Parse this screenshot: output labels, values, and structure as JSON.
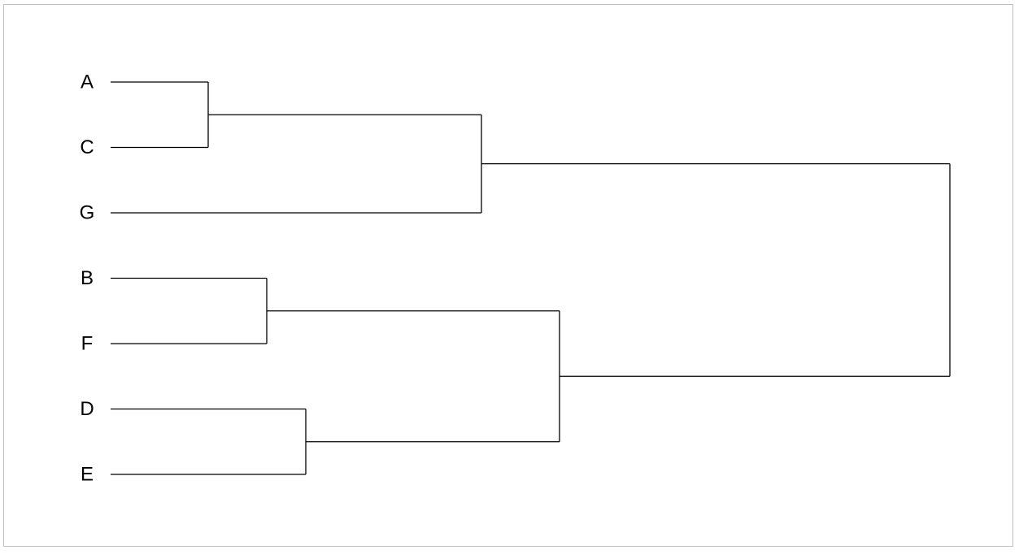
{
  "dendrogram": {
    "leaves": [
      "A",
      "C",
      "G",
      "B",
      "F",
      "D",
      "E"
    ],
    "merges": [
      {
        "id": "AC",
        "children": [
          "A",
          "C"
        ],
        "height": 1.0
      },
      {
        "id": "BF",
        "children": [
          "B",
          "F"
        ],
        "height": 1.6
      },
      {
        "id": "DE",
        "children": [
          "D",
          "E"
        ],
        "height": 2.0
      },
      {
        "id": "ACG",
        "children": [
          "AC",
          "G"
        ],
        "height": 3.8
      },
      {
        "id": "BFDE",
        "children": [
          "BF",
          "DE"
        ],
        "height": 4.6
      },
      {
        "id": "root",
        "children": [
          "ACG",
          "BFDE"
        ],
        "height": 8.6
      }
    ],
    "line_color": "#000000"
  }
}
